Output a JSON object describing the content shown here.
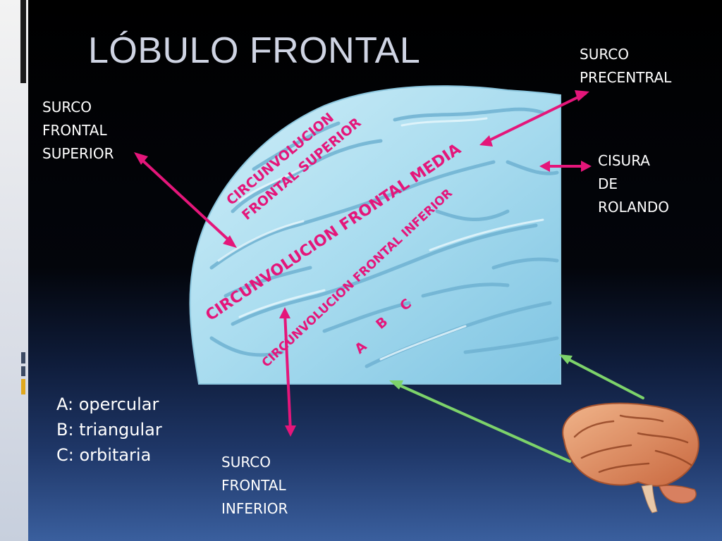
{
  "title": "LÓBULO FRONTAL",
  "labels": {
    "surco_precentral": "SURCO\nPRECENTRAL",
    "surco_frontal_superior": "SURCO\nFRONTAL\nSUPERIOR",
    "cisura_rolando": "CISURA\nDE\nROLANDO",
    "surco_frontal_inferior": "SURCO\nFRONTAL\nINFERIOR"
  },
  "brain_labels": {
    "circ_superior_line1": "CIRCUNVOLUCION",
    "circ_superior_line2": "FRONTAL SUPERIOR",
    "circ_media": "CIRCUNVOLUCION FRONTAL MEDIA",
    "circ_inferior": "CIRCUNVOLUCION FRONTAL INFERIOR",
    "part_a": "A",
    "part_b": "B",
    "part_c": "C"
  },
  "legend": [
    "A: opercular",
    "B: triangular",
    "C: orbitaria"
  ],
  "colors": {
    "accent_pink": "#e4167a",
    "arrow_green": "#7dd36a",
    "brain_blue": "#a9dcef",
    "strip_block_dark": "#3c4a63",
    "strip_block_yellow": "#e0a81f"
  }
}
